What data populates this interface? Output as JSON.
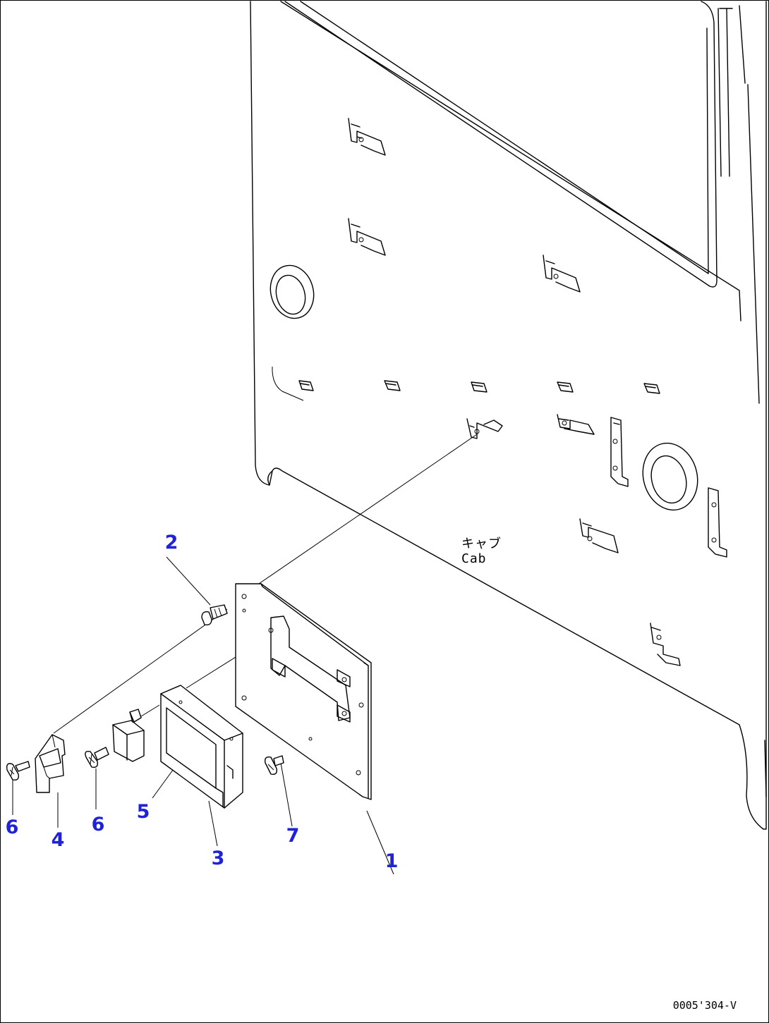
{
  "diagram": {
    "cab_label_jp": "キャブ",
    "cab_label_en": "Cab",
    "drawing_code": "0005'304-V",
    "callouts": [
      {
        "id": "c1",
        "label": "1"
      },
      {
        "id": "c2",
        "label": "2"
      },
      {
        "id": "c3",
        "label": "3"
      },
      {
        "id": "c4",
        "label": "4"
      },
      {
        "id": "c5",
        "label": "5"
      },
      {
        "id": "c6a",
        "label": "6"
      },
      {
        "id": "c6b",
        "label": "6"
      },
      {
        "id": "c7",
        "label": "7"
      }
    ],
    "callout_color": "#1f22d6"
  }
}
